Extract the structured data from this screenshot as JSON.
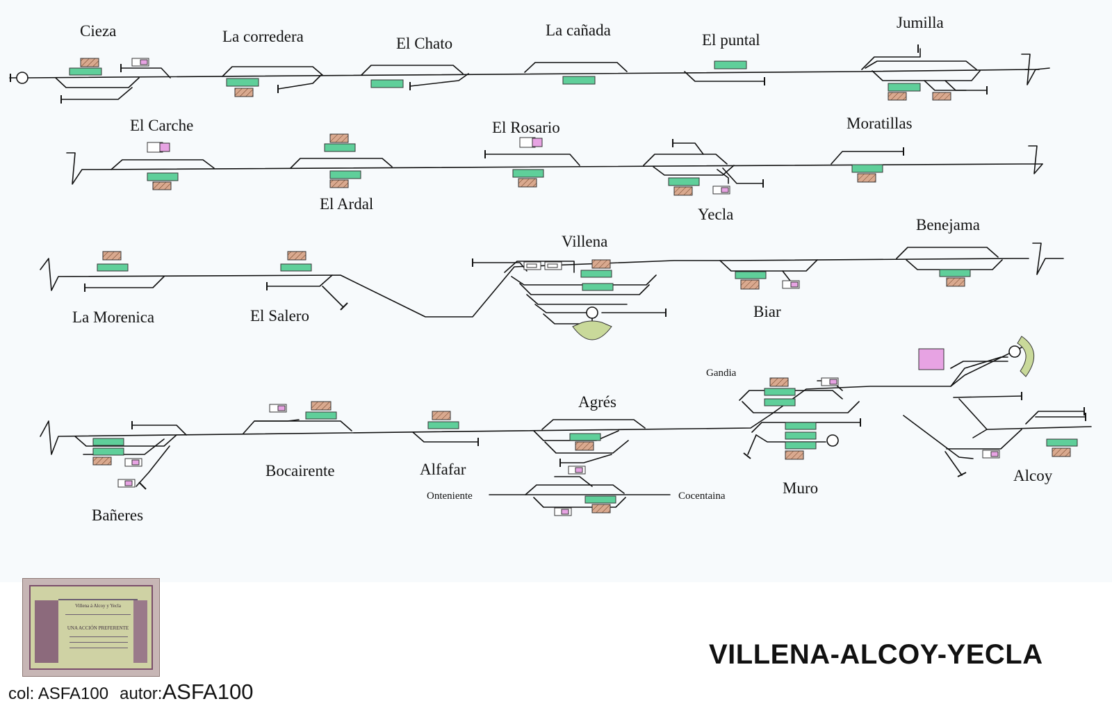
{
  "title": "VILLENA-ALCOY-YECLA",
  "credit": {
    "col_label": "col: ASFA100",
    "autor_label": "autor:",
    "autor_value": "ASFA100"
  },
  "share_certificate": {
    "company": "Villena á Alcoy y Yecla",
    "action": "UNA ACCIÓN PREFERENTE"
  },
  "stations": {
    "cieza": "Cieza",
    "la_corredera": "La corredera",
    "el_chato": "El Chato",
    "la_canada": "La cañada",
    "el_puntal": "El puntal",
    "jumilla": "Jumilla",
    "el_carche": "El Carche",
    "el_ardal": "El Ardal",
    "el_rosario": "El Rosario",
    "yecla": "Yecla",
    "moratillas": "Moratillas",
    "la_morenica": "La Morenica",
    "el_salero": "El Salero",
    "villena": "Villena",
    "biar": "Biar",
    "benejama": "Benejama",
    "banyeres": "Bañeres",
    "bocairente": "Bocairente",
    "alfafar": "Alfafar",
    "agres": "Agrés",
    "muro": "Muro",
    "alcoy": "Alcoy"
  },
  "line_labels": {
    "gandia": "Gandia",
    "onteniente": "Onteniente",
    "cocentaina": "Cocentaina"
  },
  "colors": {
    "track": "#111111",
    "platform_building": "#5fcf9a",
    "goods_shed": "#d9a98f",
    "special_building": "#e7a3e3",
    "turntable": "#c9d99a"
  }
}
